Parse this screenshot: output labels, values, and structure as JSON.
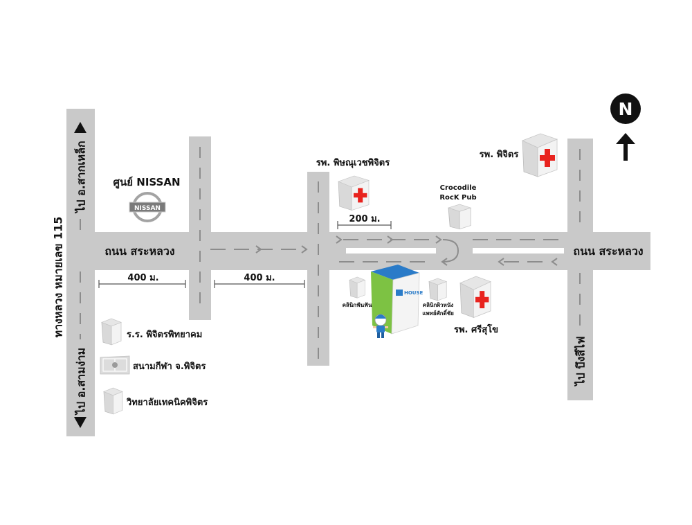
{
  "compass": {
    "north": "N"
  },
  "roads": {
    "highway_label": "ทางหลวง หมายเลข 115",
    "to_sak_lek": "ไป อ.สากเหล็ก",
    "to_sam_ngam": "ไป อ.สามง่าม",
    "to_bueng_si_fai": "ไป บึงสีไฟ",
    "sara_luang_west": "ถนน สระหลวง",
    "sara_luang_east": "ถนน สระหลวง"
  },
  "distances": {
    "west_segment": "400 ม.",
    "middle_segment": "400 ม.",
    "east_segment": "200 ม."
  },
  "places": {
    "nissan_center": "ศูนย์ NISSAN",
    "nissan_logo_text": "NISSAN",
    "pitsanuvej_hospital": "รพ. พิษณุเวชพิจิตร",
    "crocodile_pub": [
      "Crocodile",
      "RocK Pub"
    ],
    "phichit_hospital": "รพ. พิจิตร",
    "dental_clinic": "คลินิกฟันฟัน",
    "house_logo_text": "HOUSE",
    "skin_clinic": [
      "คลินิกผิวหนัง",
      "แพทย์ศักดิ์ชัย"
    ],
    "srisukho_hospital": "รพ. ศรีสุโข",
    "school": "ร.ร. พิจิตรพิทยาคม",
    "stadium": "สนามกีฬา จ.พิจิตร",
    "technical_college": "วิทยาลัยเทคนิคพิจิตร"
  },
  "colors": {
    "road": "#c9c9c9",
    "road_marking": "#8c8c8c",
    "median": "#ffffff",
    "hospital_cross": "#e8231e",
    "house_green": "#7dc243",
    "house_blue": "#2a7bc8"
  }
}
